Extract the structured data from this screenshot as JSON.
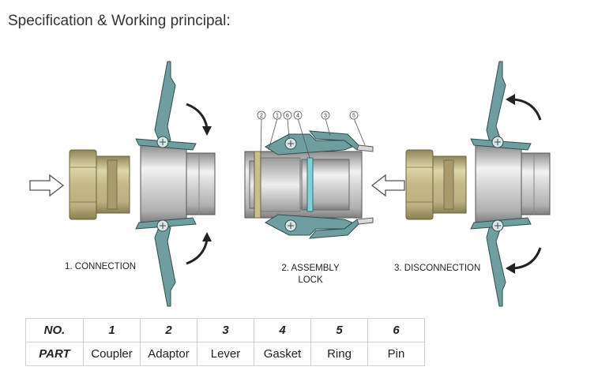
{
  "title": "Specification & Working principal:",
  "captions": {
    "step1": "1. CONNECTION",
    "step2_line1": "2. ASSEMBLY",
    "step2_line2": "LOCK",
    "step3": "3. DISCONNECTION"
  },
  "callouts": [
    "2",
    "1",
    "6",
    "4",
    "3",
    "5"
  ],
  "table": {
    "header_no": "NO.",
    "header_part": "PART",
    "numbers": [
      "1",
      "2",
      "3",
      "4",
      "5",
      "6"
    ],
    "parts": [
      "Coupler",
      "Adaptor",
      "Lever",
      "Gasket",
      "Ring",
      "Pin"
    ]
  }
}
